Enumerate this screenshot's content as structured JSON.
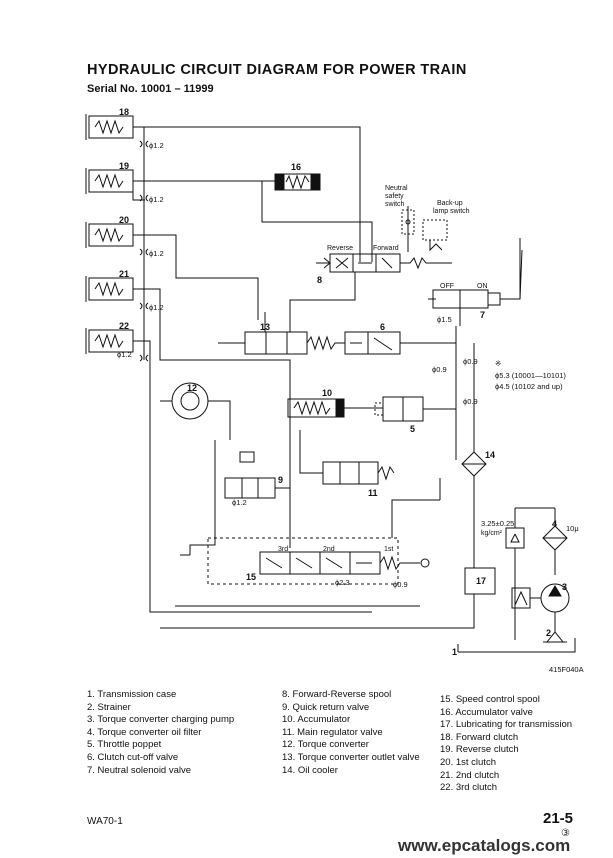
{
  "title": "HYDRAULIC CIRCUIT DIAGRAM FOR POWER TRAIN",
  "serial": "Serial No. 10001 – 11999",
  "figure_id": "415F040A",
  "diagram_labels": {
    "neutral_safety_switch": [
      "Neutral",
      "safety",
      "switch"
    ],
    "backup_lamp_switch": [
      "Back-up",
      "lamp switch"
    ],
    "reverse": "Reverse",
    "forward": "Forward",
    "off": "OFF",
    "on": "ON",
    "phi12": "ϕ1.2",
    "phi15": "ϕ1.5",
    "phi09": "ϕ0.9",
    "phi23": "ϕ2.3",
    "note_star": "※",
    "note_53": "ϕ5.3 (10001—10101)",
    "note_45": "ϕ4.5 (10102 and up)",
    "third": "3rd",
    "second": "2nd",
    "first": "1st",
    "pressure": "3.25±0.25",
    "pressure_unit": "kg/cm²",
    "filter_rating": "10μ"
  },
  "component_numbers": [
    "1",
    "2",
    "3",
    "4",
    "5",
    "6",
    "7",
    "8",
    "9",
    "10",
    "11",
    "12",
    "13",
    "14",
    "15",
    "16",
    "17",
    "18",
    "19",
    "20",
    "21",
    "22"
  ],
  "legend_col1": [
    "1. Transmission case",
    "2. Strainer",
    "3. Torque converter charging pump",
    "4. Torque converter oil filter",
    "5. Throttle poppet",
    "6. Clutch cut-off valve",
    "7. Neutral solenoid valve"
  ],
  "legend_col2": [
    "8. Forward-Reverse spool",
    "9. Quick return valve",
    "10. Accumulator",
    "11. Main regulator valve",
    "12. Torque converter",
    "13. Torque converter outlet valve",
    "14. Oil cooler"
  ],
  "legend_col3": [
    "15. Speed control spool",
    "16. Accumulator valve",
    "17. Lubricating for transmission",
    "18. Forward clutch",
    "19. Reverse clutch",
    "20. 1st clutch",
    "21. 2nd clutch",
    "22. 3rd clutch"
  ],
  "footer": {
    "model": "WA70-1",
    "page": "21-5",
    "revision": "③",
    "watermark": "www.epcatalogs.com"
  }
}
